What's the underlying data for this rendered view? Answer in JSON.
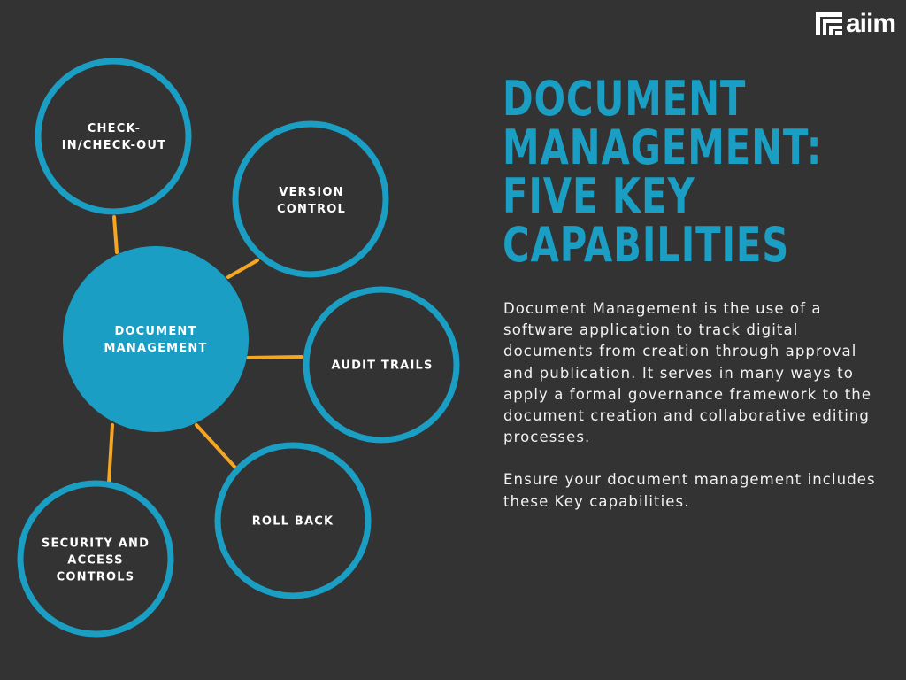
{
  "logo": {
    "text": "aiim"
  },
  "title": {
    "lines": [
      "DOCUMENT",
      "MANAGEMENT:",
      "FIVE KEY",
      "CAPABILITIES"
    ]
  },
  "description": {
    "paragraph1": "Document Management is the use of a software application to track digital documents from creation through approval and publication. It serves in many ways to apply a formal governance framework to the document creation and collaborative editing processes.",
    "paragraph2": "Ensure your document management includes these Key capabilities."
  },
  "colors": {
    "background": "#333333",
    "accent": "#1a9ec3",
    "connector": "#f5a623",
    "text": "#ffffff"
  },
  "diagram": {
    "center": {
      "label": "DOCUMENT\nMANAGEMENT"
    },
    "nodes": [
      {
        "id": "check-in-check-out",
        "label": "CHECK-\nIN/CHECK-OUT"
      },
      {
        "id": "version-control",
        "label": "VERSION\nCONTROL"
      },
      {
        "id": "audit-trails",
        "label": "AUDIT TRAILS"
      },
      {
        "id": "roll-back",
        "label": "ROLL BACK"
      },
      {
        "id": "security-and-access-controls",
        "label": "SECURITY AND\nACCESS\nCONTROLS"
      }
    ]
  }
}
